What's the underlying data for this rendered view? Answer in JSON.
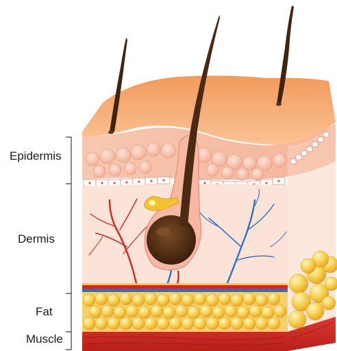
{
  "labels": {
    "epidermis": "Epidermis",
    "dermis": "Dermis",
    "fat": "Fat",
    "muscle": "Muscle"
  },
  "colors": {
    "epidermis_top": "#f7b27a",
    "epidermis_side": "#f6c9b3",
    "dermis": "#fbe1d6",
    "fat": "#f5c842",
    "muscle": "#cf2f27",
    "hair": "#4a2a12",
    "artery": "#d8231e",
    "vein": "#2d6fc6",
    "gland": "#f2c230"
  }
}
